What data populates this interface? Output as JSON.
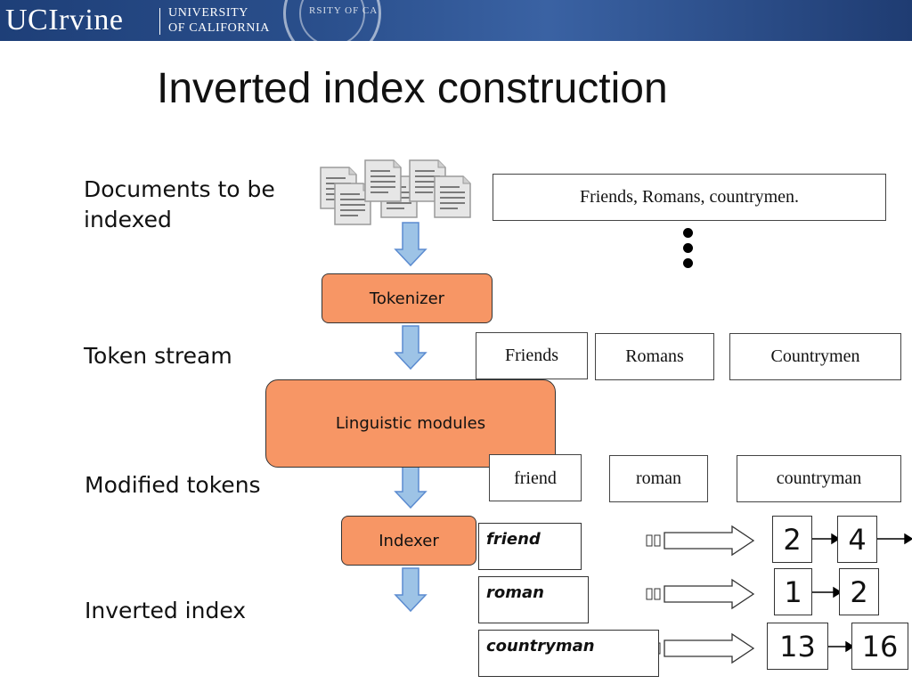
{
  "header": {
    "logo_main": "UCIrvine",
    "logo_line1": "UNIVERSITY",
    "logo_line2": "OF CALIFORNIA",
    "seal_text": "RSITY OF CA"
  },
  "title": "Inverted index construction",
  "labels": {
    "documents": "Documents to be indexed",
    "token_stream": "Token stream",
    "modified_tokens": "Modified tokens",
    "inverted_index": "Inverted index"
  },
  "document_text": "Friends, Romans, countrymen.",
  "processes": {
    "tokenizer": "Tokenizer",
    "linguistic": "Linguistic modules",
    "indexer": "Indexer"
  },
  "tokens": [
    "Friends",
    "Romans",
    "Countrymen"
  ],
  "modified_tokens": [
    "friend",
    "roman",
    "countryman"
  ],
  "index": [
    {
      "term": "friend",
      "postings": [
        "2",
        "4"
      ]
    },
    {
      "term": "roman",
      "postings": [
        "1",
        "2"
      ]
    },
    {
      "term": "countryman",
      "postings": [
        "13",
        "16"
      ]
    }
  ],
  "colors": {
    "process_fill": "#f79665",
    "arrow_fill": "#9dc3e6",
    "arrow_stroke": "#5b8bd0",
    "banner": "#2a4f8c"
  }
}
